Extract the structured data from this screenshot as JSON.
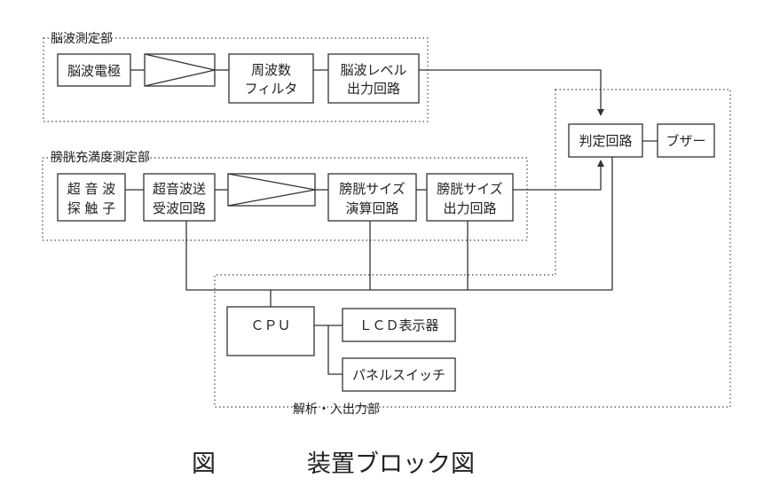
{
  "groups": {
    "eeg": "脳波測定部",
    "bladder": "膀胱充満度測定部",
    "analysis": "解析・入出力部"
  },
  "blocks": {
    "eeg_electrode": "脳波電極",
    "freq_filter_1": "周波数",
    "freq_filter_2": "フィルタ",
    "eeg_output_1": "脳波レベル",
    "eeg_output_2": "出力回路",
    "judge": "判定回路",
    "buzzer": "ブザー",
    "probe_1": "超 音 波",
    "probe_2": "探 触 子",
    "us_txrx_1": "超音波送",
    "us_txrx_2": "受波回路",
    "size_calc_1": "膀胱サイズ",
    "size_calc_2": "演算回路",
    "size_out_1": "膀胱サイズ",
    "size_out_2": "出力回路",
    "cpu": "ＣＰＵ",
    "lcd": "ＬＣＤ表示器",
    "panel_switch": "パネルスイッチ"
  },
  "caption": {
    "figure": "図",
    "title": "装置ブロック図"
  }
}
